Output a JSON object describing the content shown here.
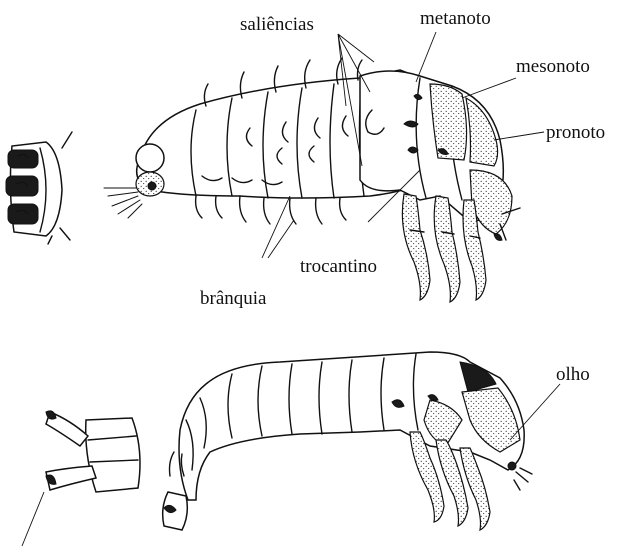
{
  "labels": {
    "saliencias": "saliências",
    "metanoto": "metanoto",
    "mesonoto": "mesonoto",
    "pronoto": "pronoto",
    "trocantino": "trocantino",
    "branquia": "brânquia",
    "olho": "olho"
  },
  "colors": {
    "ink": "#111111",
    "background": "#ffffff"
  }
}
